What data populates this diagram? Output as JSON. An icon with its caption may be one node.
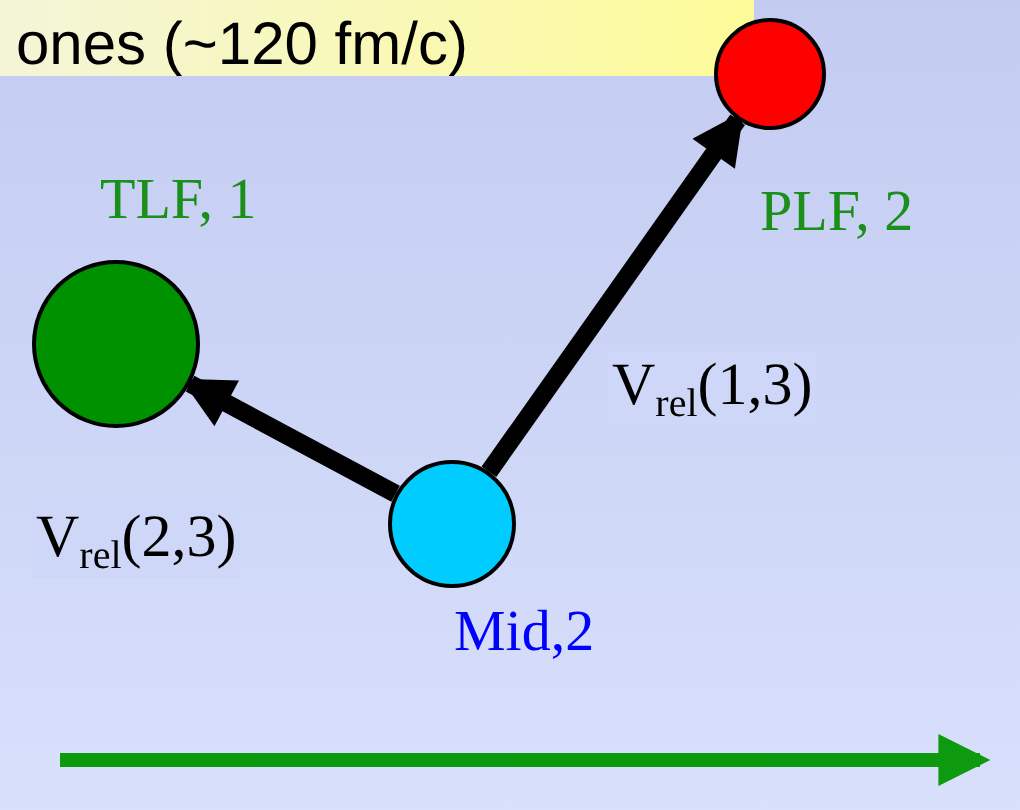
{
  "diagram": {
    "nodes": [
      {
        "text": [],
        "shape": "circle",
        "beside": [
          "TLF, 1"
        ]
      },
      {
        "text": [],
        "shape": "circle",
        "beside": [
          "PLF, 2"
        ]
      },
      {
        "text": [],
        "shape": "circle",
        "beside": [
          "Mid,2"
        ]
      }
    ],
    "edges": [
      {
        "from": 2,
        "to": 0,
        "arrow": "to",
        "label": "V$_{rel}$(2,3)"
      },
      {
        "from": 2,
        "to": 1,
        "arrow": "to",
        "label": "V$_{rel}$(1,3)"
      }
    ],
    "labels": [
      "ones (~120 fm/c)"
    ]
  }
}
